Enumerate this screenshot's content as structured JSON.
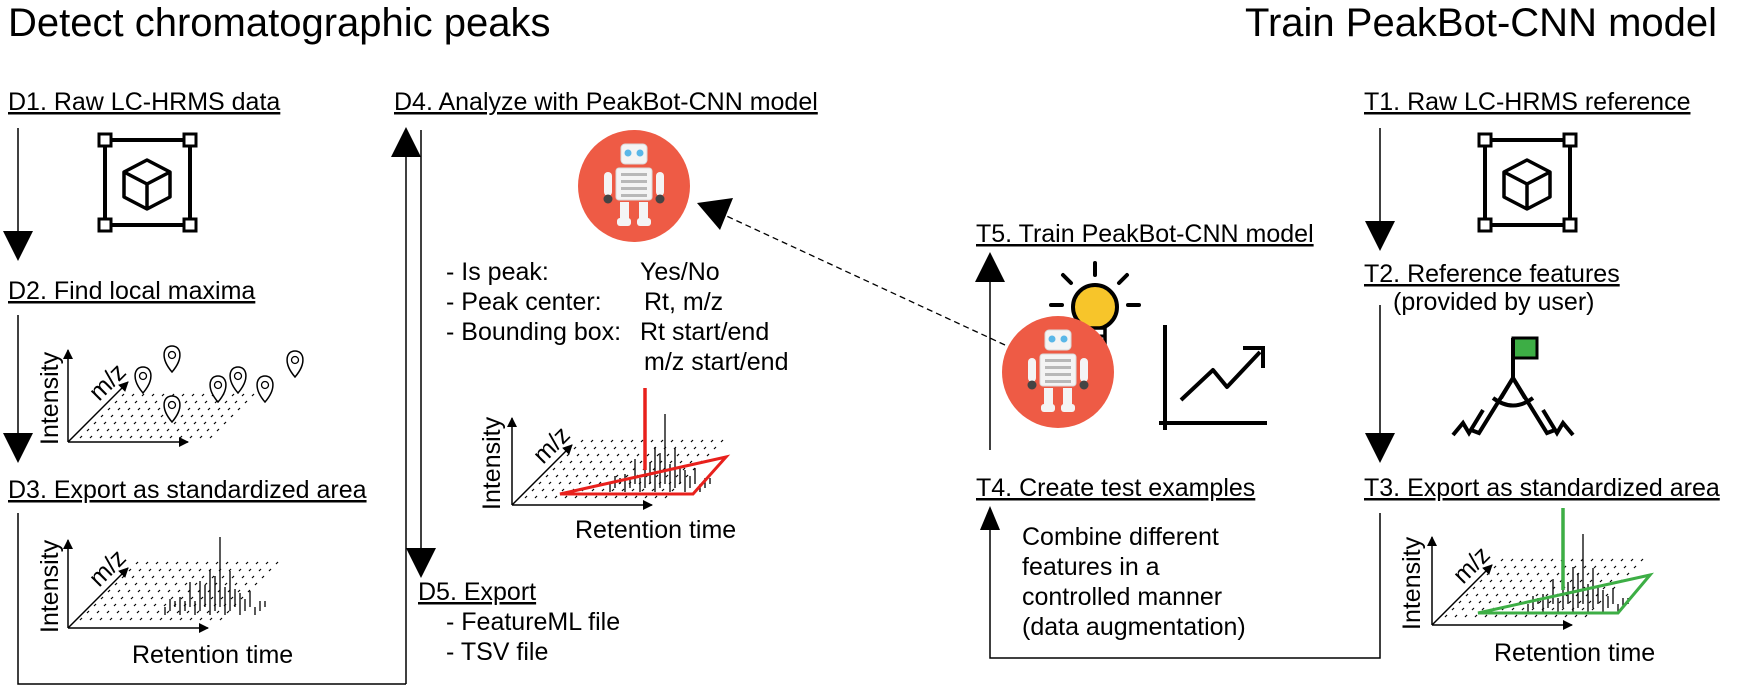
{
  "titles": {
    "left": "Detect chromatographic peaks",
    "right": "Train PeakBot-CNN model"
  },
  "steps": {
    "d1": "D1. Raw LC-HRMS data",
    "d2": "D2. Find local maxima",
    "d3": "D3. Export as standardized area",
    "d4": "D4. Analyze with PeakBot-CNN model",
    "d5": "D5. Export",
    "t1": "T1. Raw LC-HRMS reference",
    "t2": "T2. Reference features",
    "t3": "T3. Export as standardized area",
    "t4": "T4. Create test examples",
    "t5": "T5. Train PeakBot-CNN model"
  },
  "d4_outputs": [
    {
      "label": "- Is peak:",
      "value": "Yes/No"
    },
    {
      "label": "- Peak center:",
      "value": "Rt, m/z"
    },
    {
      "label": "- Bounding box:",
      "value": "Rt start/end"
    },
    {
      "label": "",
      "value": "m/z start/end"
    }
  ],
  "d5_items": [
    "- FeatureML file",
    "- TSV file"
  ],
  "t2_note": "(provided by user)",
  "t4_text": [
    "Combine different",
    "features in a",
    "controlled manner",
    "(data augmentation)"
  ],
  "axis": {
    "intensity": "Intensity",
    "mz": "m/z",
    "rt": "Retention time"
  },
  "icons": {
    "raw_data": "cube-bounding-box-icon",
    "robot": "robot-icon",
    "idea": "lightbulb-icon",
    "chart": "trend-chart-icon",
    "reference": "flag-tripod-icon",
    "marker": "map-pin-icon"
  },
  "colors": {
    "robot_bg": "#ee5b45",
    "bulb": "#f7c52a",
    "bounding_red": "#e8201c",
    "bounding_green": "#3dae45",
    "flag_green": "#3dae45"
  }
}
